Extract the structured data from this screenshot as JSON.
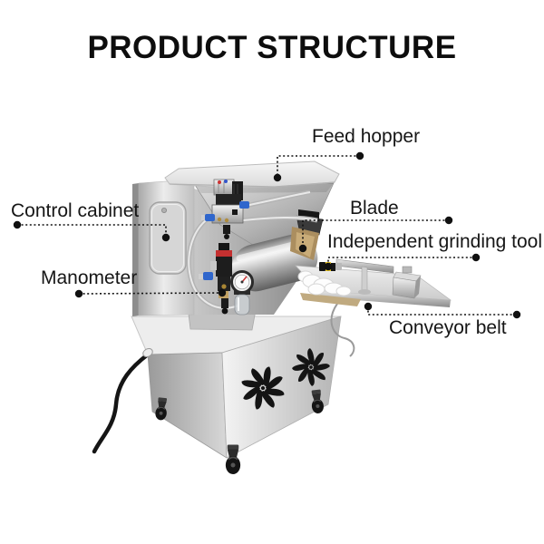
{
  "title": "PRODUCT STRUCTURE",
  "diagram": {
    "labels": [
      {
        "id": "feed-hopper",
        "text": "Feed hopper"
      },
      {
        "id": "control-cabinet",
        "text": "Control cabinet"
      },
      {
        "id": "blade",
        "text": "Blade"
      },
      {
        "id": "independent-grinding-tool",
        "text": "Independent grinding tool"
      },
      {
        "id": "manometer",
        "text": "Manometer"
      },
      {
        "id": "conveyor-belt",
        "text": "Conveyor belt"
      }
    ],
    "colors": {
      "background": "#ffffff",
      "text": "#161616",
      "callout_line": "#111111",
      "steel_light": "#ececec",
      "steel_mid": "#b9b9b9",
      "steel_dark": "#8a8a8a",
      "fitting_blue": "#2f66cc",
      "knob_red": "#c43030",
      "tool_tan": "#ab8e5f",
      "sensor_yellow": "#e8c322",
      "cable_black": "#151515"
    }
  }
}
